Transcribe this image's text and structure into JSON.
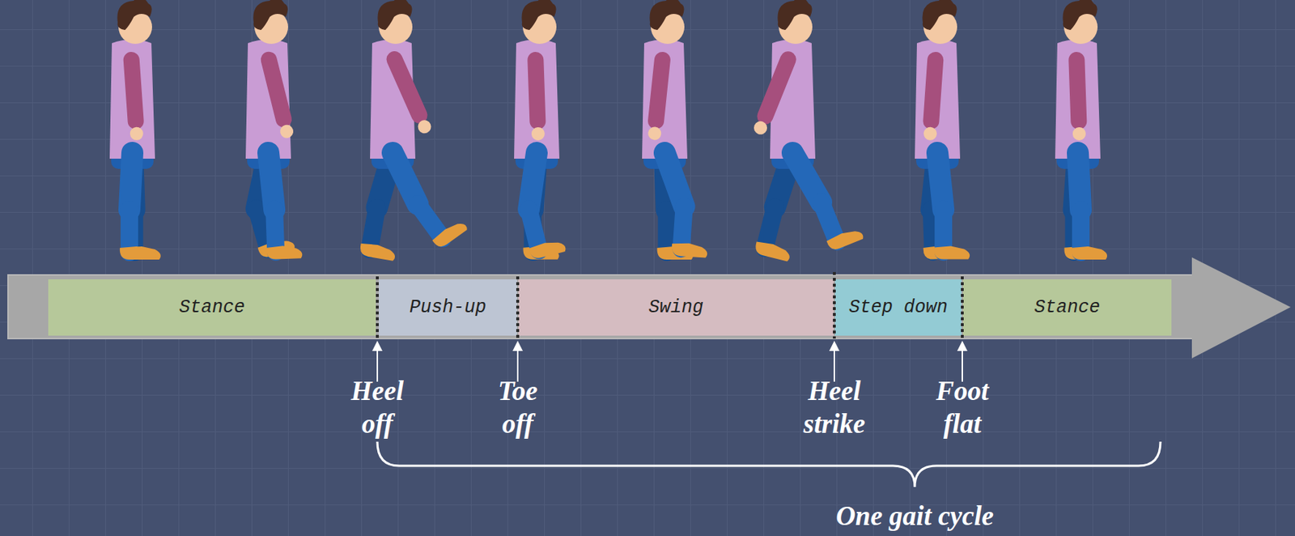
{
  "diagram": {
    "nodes": [
      {
        "text": [
          "Stance"
        ]
      },
      {
        "text": [
          "Push-up"
        ]
      },
      {
        "text": [
          "Swing"
        ]
      },
      {
        "text": [
          "Step down"
        ]
      },
      {
        "text": [
          "Stance"
        ]
      }
    ],
    "labels": [
      "Heel off",
      "Toe off",
      "Heel strike",
      "Foot flat",
      "One gait cycle"
    ]
  }
}
